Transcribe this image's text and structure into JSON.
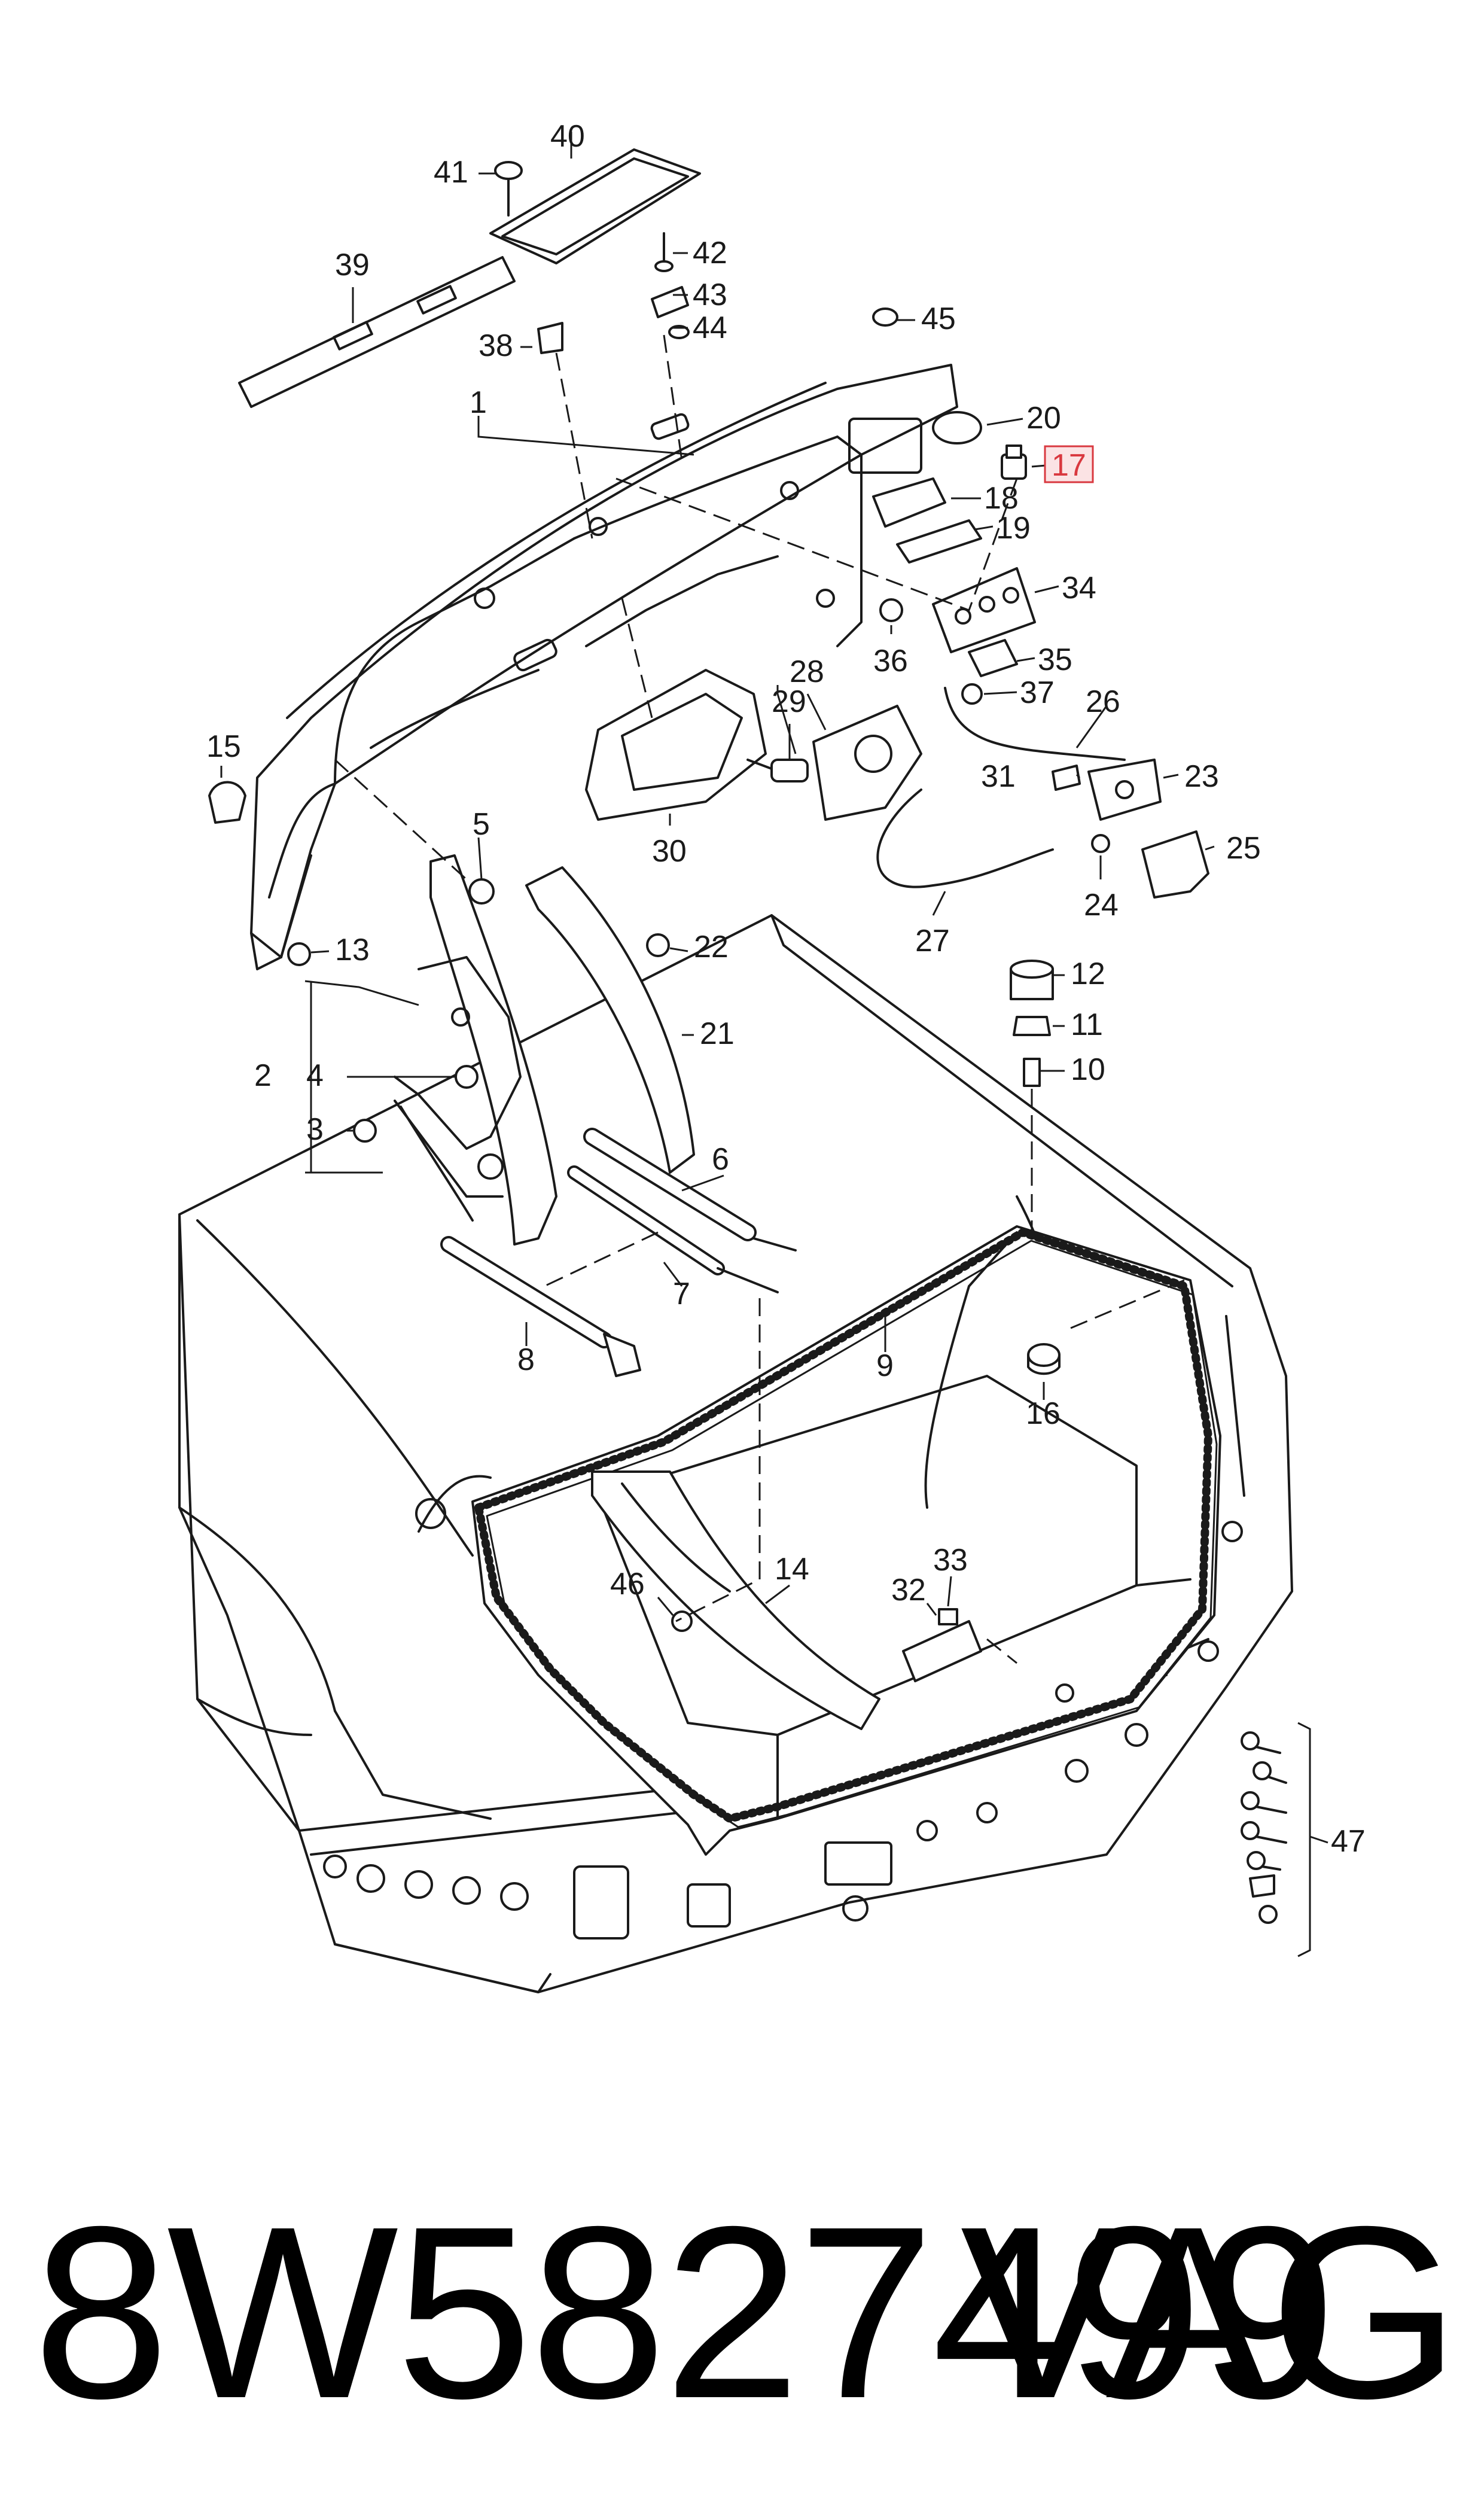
{
  "callouts": {
    "c1": "1",
    "c2": "2",
    "c3": "3",
    "c4": "4",
    "c5": "5",
    "c6": "6",
    "c7": "7",
    "c8": "8",
    "c9": "9",
    "c10": "10",
    "c11": "11",
    "c12": "12",
    "c13": "13",
    "c14": "14",
    "c15": "15",
    "c16": "16",
    "c17": "17",
    "c18": "18",
    "c19": "19",
    "c20": "20",
    "c21": "21",
    "c22": "22",
    "c23": "23",
    "c24": "24",
    "c25": "25",
    "c26": "26",
    "c27": "27",
    "c28": "28",
    "c29": "29",
    "c30": "30",
    "c31": "31",
    "c32": "32",
    "c33": "33",
    "c34": "34",
    "c35": "35",
    "c36": "36",
    "c37": "37",
    "c38": "38",
    "c39": "39",
    "c40": "40",
    "c41": "41",
    "c42": "42",
    "c43": "43",
    "c44": "44",
    "c45": "45",
    "c46": "46",
    "c47": "47"
  },
  "highlighted_callout": "17",
  "colors": {
    "line": "#1a1a1a",
    "highlight": "#d9383f",
    "highlight_fill": "#fbe3e4",
    "part_fill": "#ffffff",
    "shade": "#bdbdbd"
  },
  "footer": {
    "part_number": "8W5827499",
    "brand": "VAG"
  }
}
